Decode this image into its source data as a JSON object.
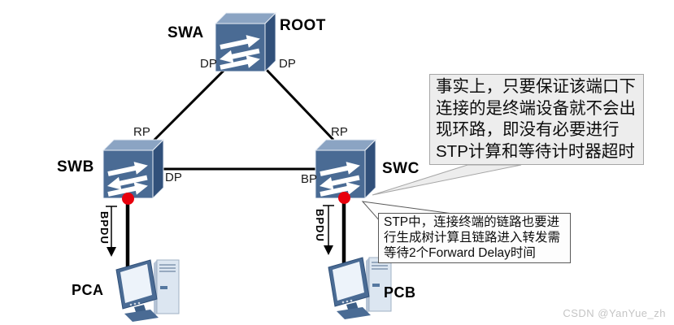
{
  "nodes": {
    "swa": {
      "label": "SWA",
      "role": "ROOT"
    },
    "swb": {
      "label": "SWB"
    },
    "swc": {
      "label": "SWC"
    },
    "pca": {
      "label": "PCA"
    },
    "pcb": {
      "label": "PCB"
    }
  },
  "ports": {
    "swa_left": "DP",
    "swa_right": "DP",
    "swb_top": "RP",
    "swb_right": "DP",
    "swc_top": "RP",
    "swc_left": "BP"
  },
  "bpdu": {
    "swb": "BPDU",
    "swc": "BPDU"
  },
  "callouts": [
    {
      "lines": [
        "事实上，只要保证该端口下",
        "连接的是终端设备就不会出",
        "现环路，即没有必要进行",
        "STP计算和等待计时器超时"
      ]
    },
    {
      "lines": [
        "STP中，连接终端的链路也要进",
        "行生成树计算且链路进入转发需",
        "等待2个Forward Delay时间"
      ]
    }
  ],
  "watermark": "CSDN @YanYue_zh",
  "colors": {
    "switch_front": "#4a6b94",
    "switch_top": "#8ba4c3",
    "switch_side": "#31507a",
    "blocked_port_dot": "#e8000d",
    "link_line": "#000000",
    "callout1_fill": "#ededed",
    "callout1_border": "#a6a6a6",
    "callout2_fill": "#fdfdfd",
    "callout2_border": "#595959",
    "watermark_text": "#c5c5c5"
  }
}
